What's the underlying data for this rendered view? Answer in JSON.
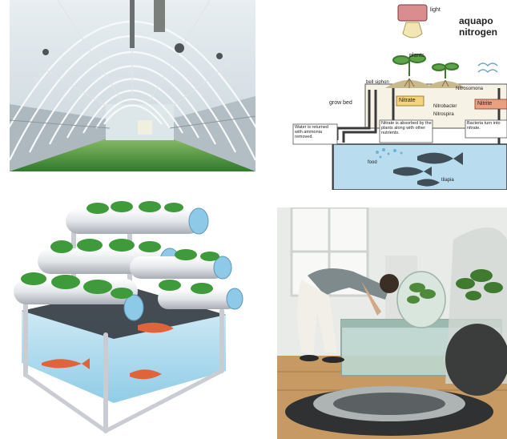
{
  "diagram": {
    "title_line1": "aquapo",
    "title_line2": "nitrogen",
    "light_label": "light",
    "plants_label": "plants",
    "grow_bed_label": "grow bed",
    "bell_siphon_label": "bell siphon",
    "nitrate_label": "Nitrate",
    "nitrite_label": "Nitrite",
    "nitrosomonas_label": "Nitrosomona",
    "nitrobacter_label": "Nitrobacter",
    "nitrospira_label": "Nitrospira",
    "water_returned_text": "Water is returned with ammonia removed.",
    "nitrate_absorbed_text": "Nitrate is absorbed by the plants along with other nutrients.",
    "bacteria_text": "Bacteria turn into nitrate.",
    "food_label": "food",
    "tilapia_label": "tilapia"
  },
  "colors": {
    "nitrate_box": "#f4d37a",
    "nitrite_box": "#e9a080",
    "water": "#b9dcef",
    "pipe": "#3a3a3a",
    "pvc_blue": "#9fd2ec",
    "frame": "#c9ccd2"
  }
}
